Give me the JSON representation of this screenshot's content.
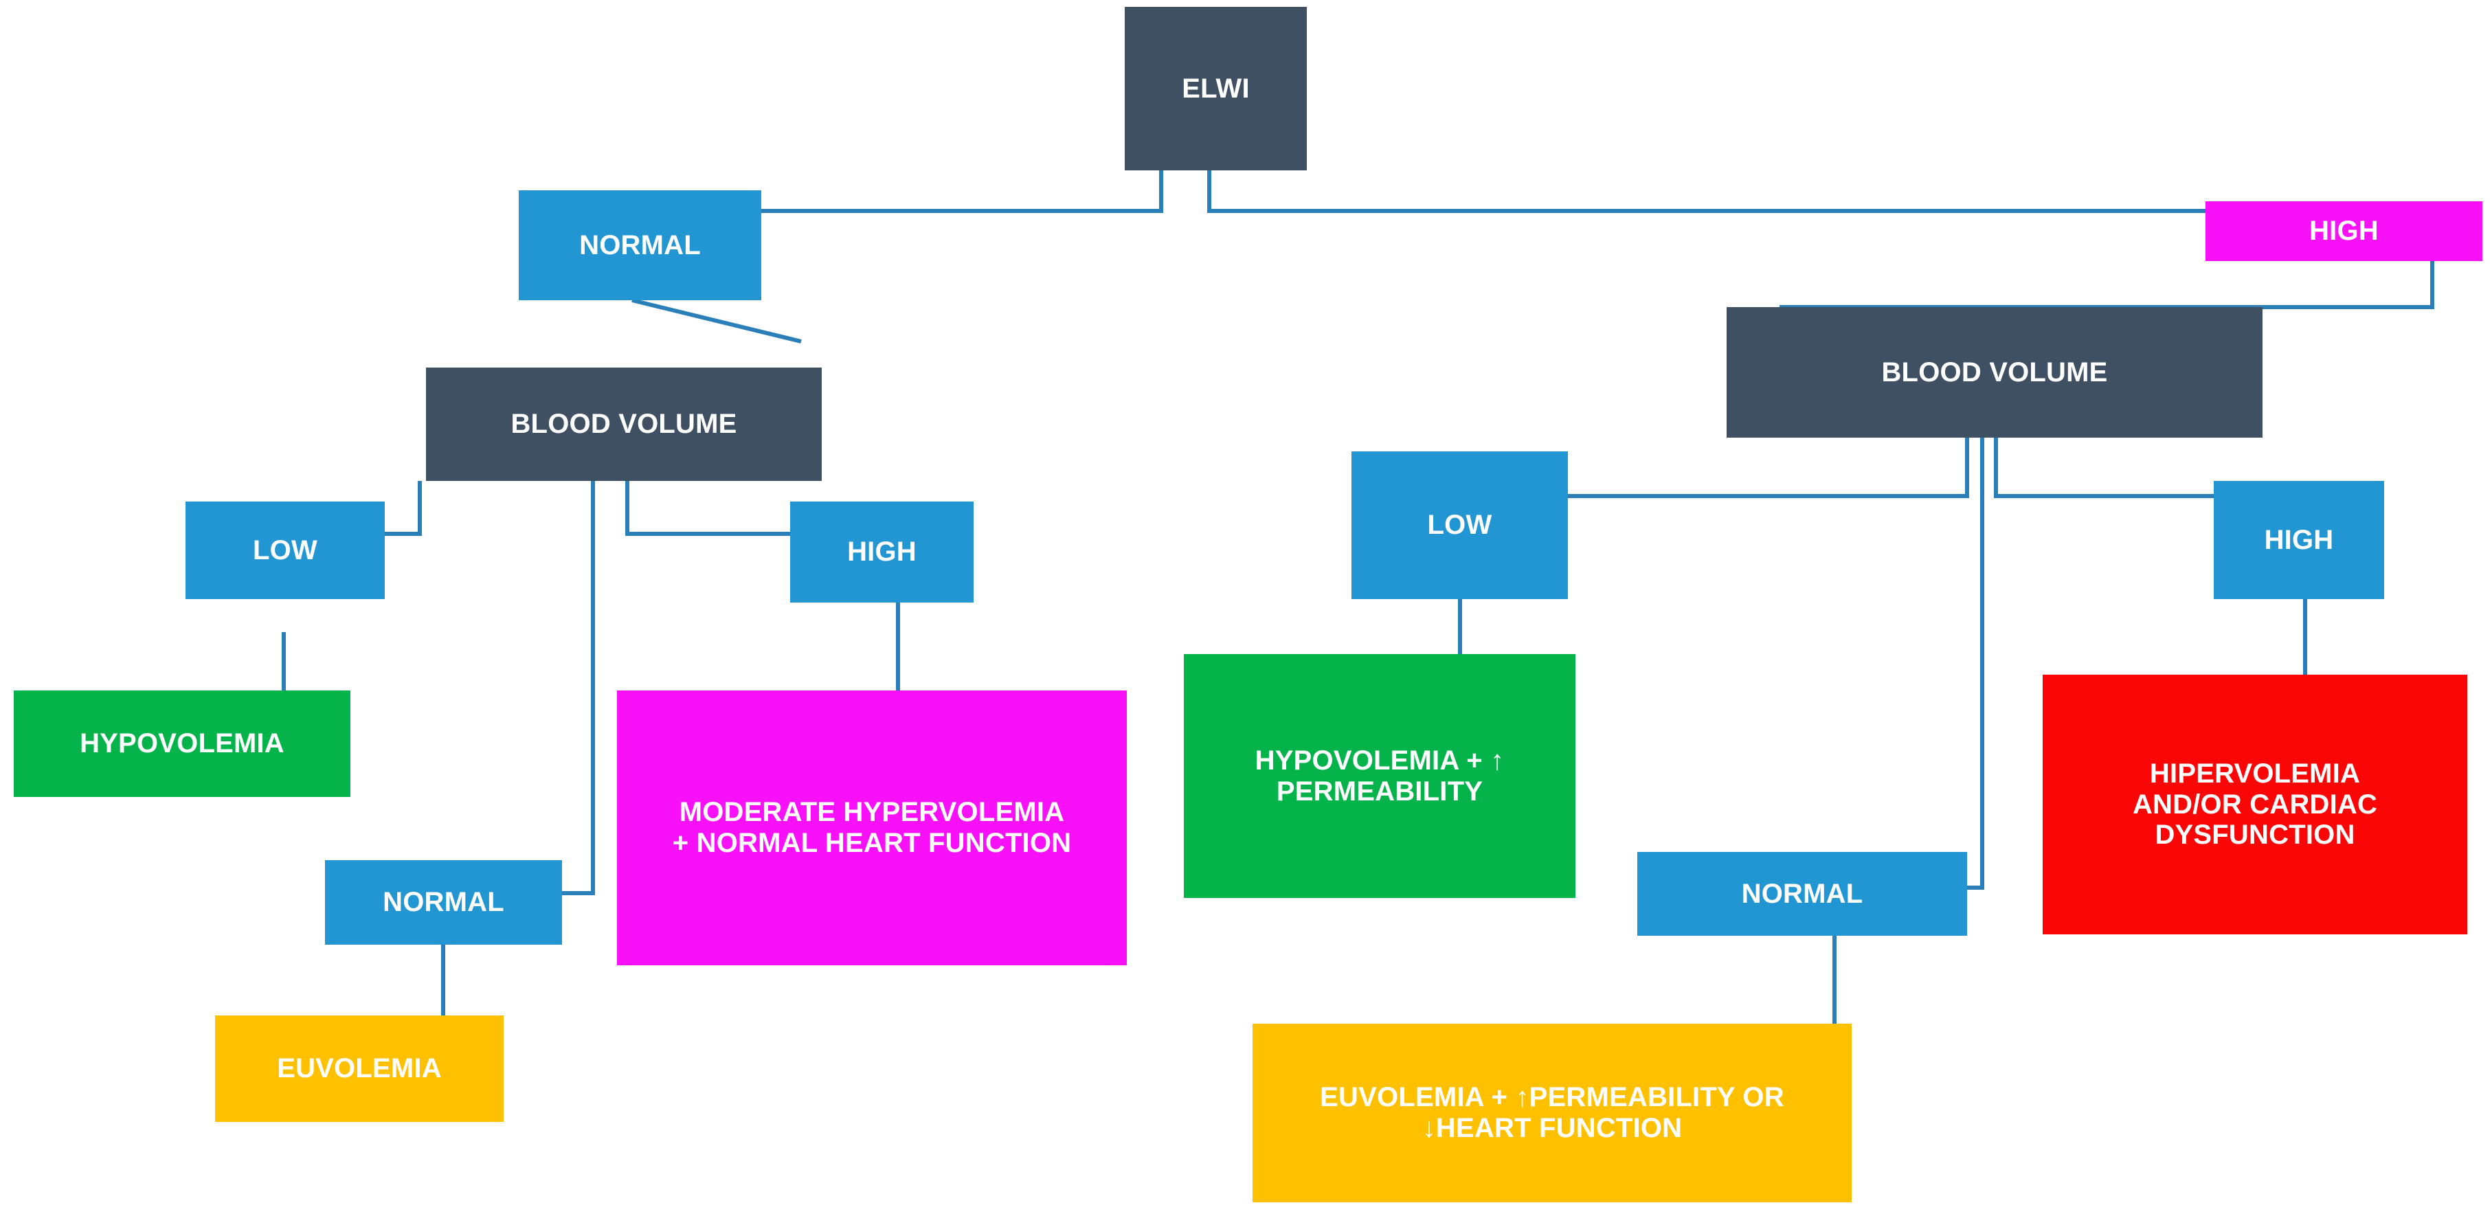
{
  "diagram": {
    "title": "ELWI Blood Volume Decision Tree",
    "colors": {
      "dark_slate": "#3f5063",
      "blue": "#2196d3",
      "green": "#04b44a",
      "orange": "#ffc000",
      "magenta": "#f811f8",
      "red": "#fa0606",
      "connector": "#2a7fb8",
      "background": "#ffffff"
    },
    "nodes": {
      "root": {
        "label": "ELWI",
        "color": "dark_slate"
      },
      "elwi_normal": {
        "label": "NORMAL",
        "color": "blue"
      },
      "elwi_high": {
        "label": "HIGH",
        "color": "magenta"
      },
      "blood_volume_left": {
        "label": "BLOOD VOLUME",
        "color": "dark_slate"
      },
      "blood_volume_right": {
        "label": "BLOOD VOLUME",
        "color": "dark_slate"
      },
      "left_low": {
        "label": "LOW",
        "color": "blue"
      },
      "left_normal": {
        "label": "NORMAL",
        "color": "blue"
      },
      "left_high": {
        "label": "HIGH",
        "color": "blue"
      },
      "left_low_outcome": {
        "label": "HYPOVOLEMIA",
        "color": "green"
      },
      "left_normal_outcome": {
        "label": "EUVOLEMIA",
        "color": "orange"
      },
      "left_high_outcome": {
        "label": "MODERATE HYPERVOLEMIA\n+ NORMAL HEART FUNCTION",
        "color": "magenta"
      },
      "right_low": {
        "label": "LOW",
        "color": "blue"
      },
      "right_normal": {
        "label": "NORMAL",
        "color": "blue"
      },
      "right_high": {
        "label": "HIGH",
        "color": "blue"
      },
      "right_low_outcome": {
        "label": "HYPOVOLEMIA + ↑\nPERMEABILITY",
        "color": "green"
      },
      "right_normal_outcome": {
        "label": "EUVOLEMIA + ↑PERMEABILITY OR\n↓HEART FUNCTION",
        "color": "orange"
      },
      "right_high_outcome": {
        "label": "HIPERVOLEMIA\nAND/OR CARDIAC\nDYSFUNCTION",
        "color": "red"
      }
    }
  }
}
